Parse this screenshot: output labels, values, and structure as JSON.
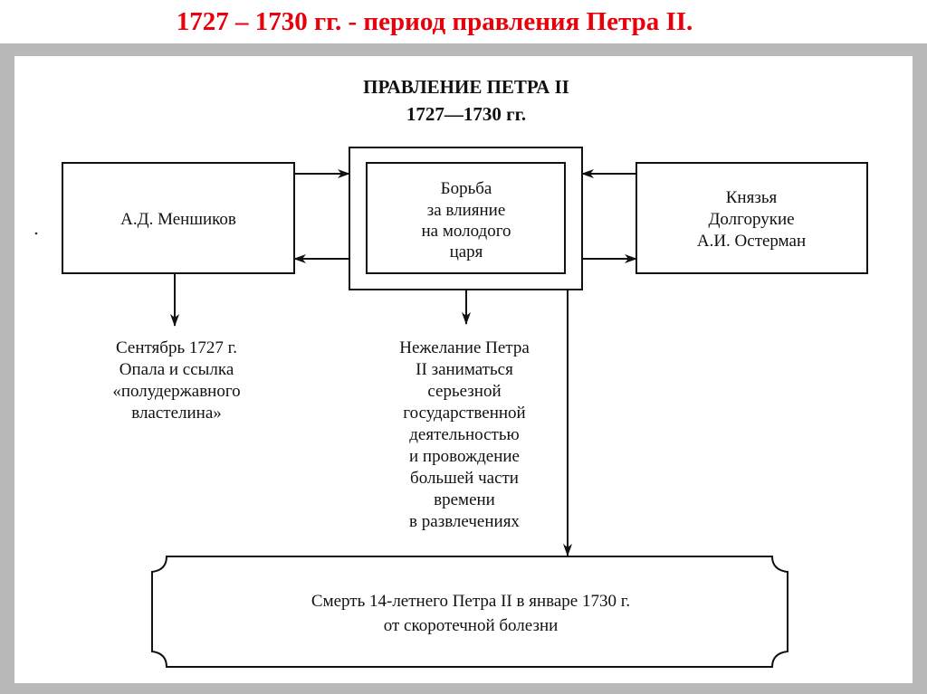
{
  "slide_title": "1727 – 1730 гг. - период правления Петра II.",
  "diagram": {
    "heading": [
      "ПРАВЛЕНИЕ ПЕТРА II",
      "1727—1730 гг."
    ],
    "left_box": [
      "А.Д. Меншиков"
    ],
    "center_box": [
      "Борьба",
      "за влияние",
      "на молодого",
      "царя"
    ],
    "right_box": [
      "Князья",
      "Долгорукие",
      "А.И. Остерман"
    ],
    "left_outcome": [
      "Сентябрь 1727 г.",
      "Опала и ссылка",
      "«полудержавного",
      "властелина»"
    ],
    "center_outcome": [
      "Нежелание Петра",
      "II заниматься",
      "серьезной",
      "государственной",
      "деятельностью",
      "и провождение",
      "большей части",
      "времени",
      "в развлечениях"
    ],
    "final_box": [
      "Смерть 14-летнего Петра II в январе 1730 г.",
      "от скоротечной болезни"
    ]
  },
  "colors": {
    "title": "#e8000b",
    "frame": "#b9b9b9"
  }
}
